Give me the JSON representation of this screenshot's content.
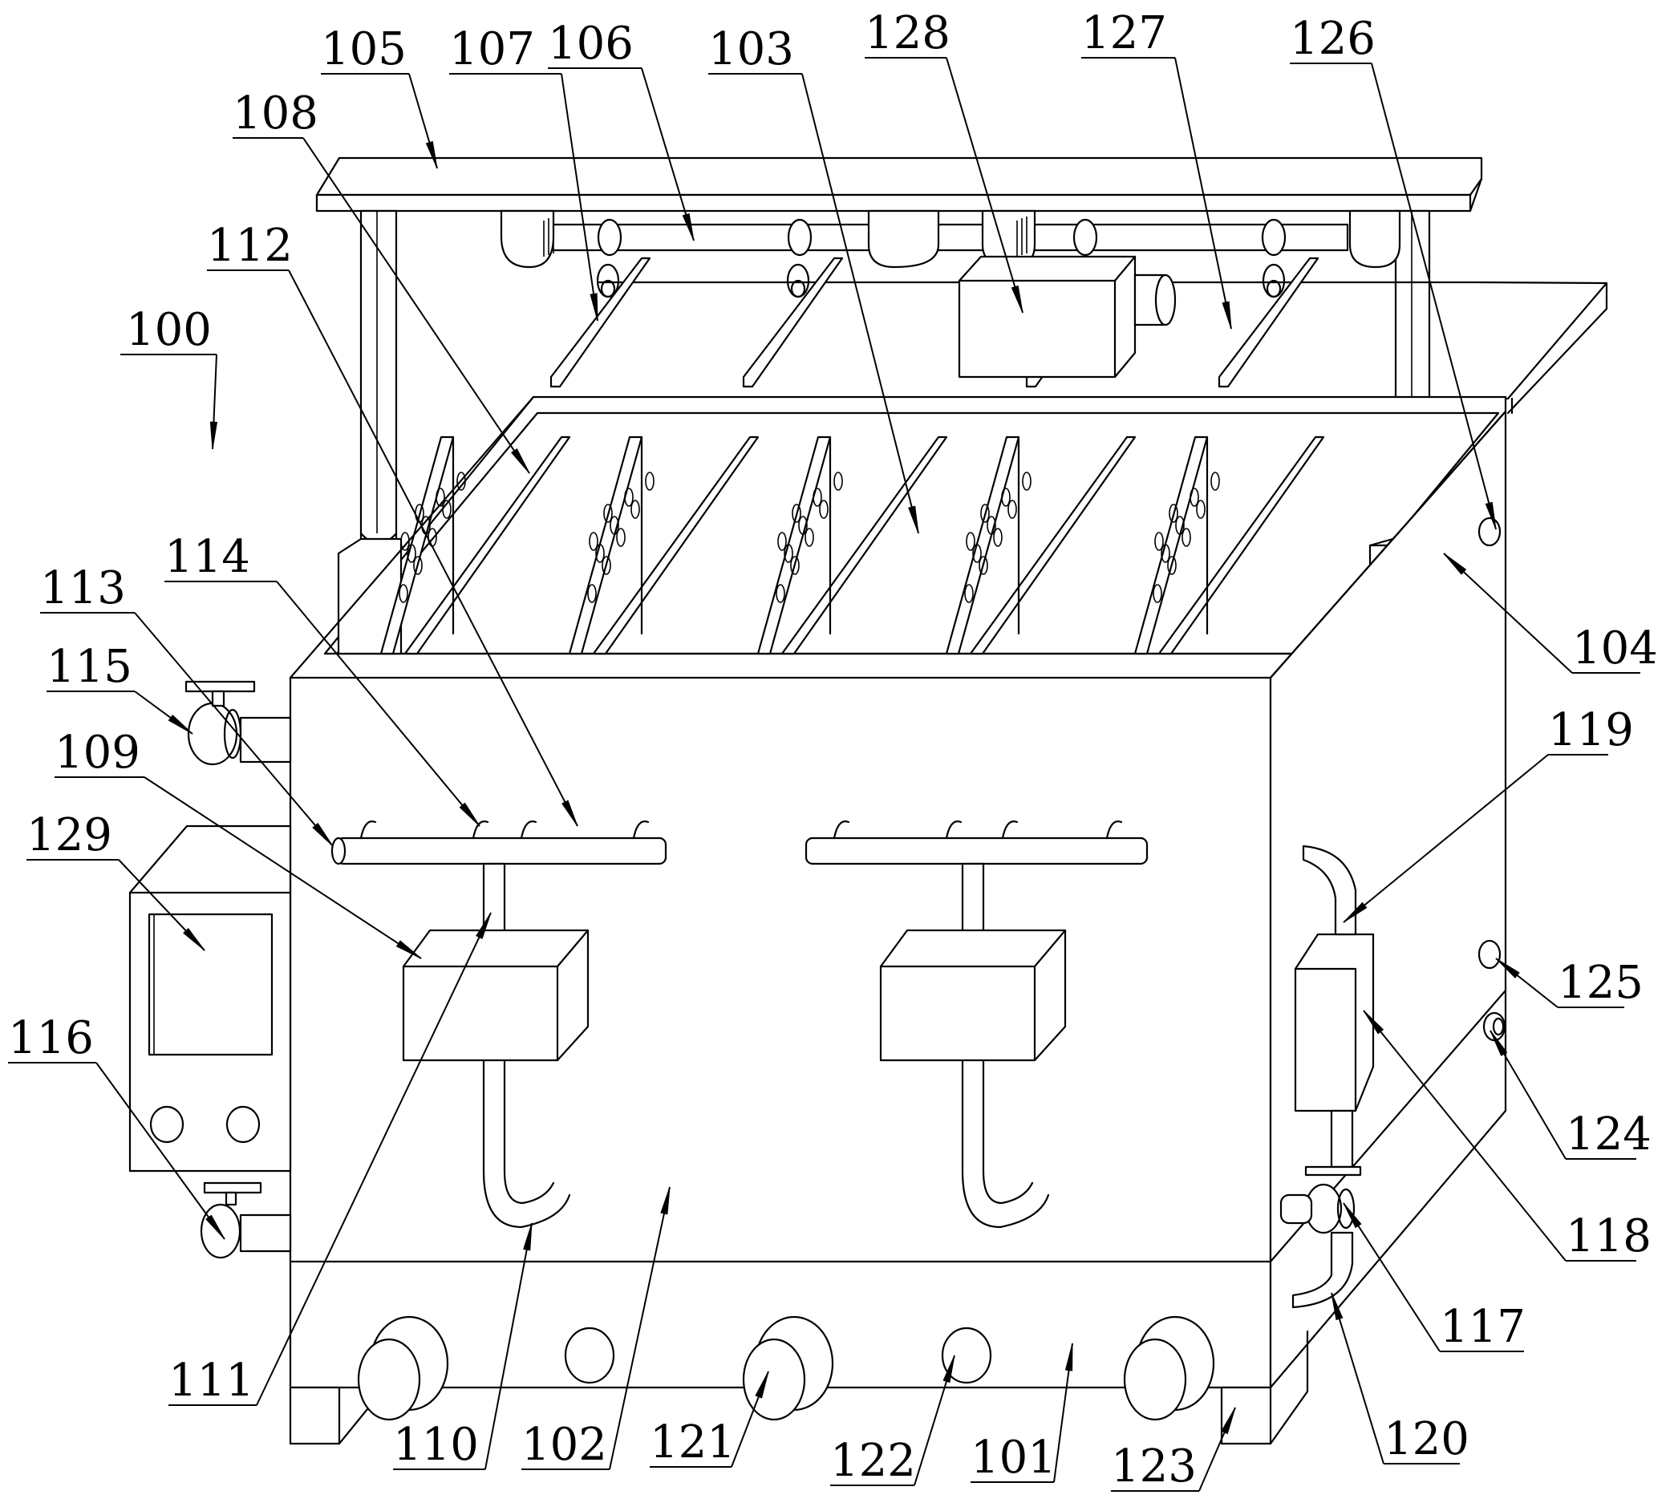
{
  "figure": {
    "type": "patent-line-drawing",
    "subject": "cleaning tank apparatus with hanging rack, perforated plates, spray pipes, valves and control panel",
    "assembly_label": "100"
  },
  "labels": [
    {
      "id": "100",
      "text": "100",
      "part": "apparatus (overall)"
    },
    {
      "id": "101",
      "text": "101",
      "part": "lower base section"
    },
    {
      "id": "102",
      "text": "102",
      "part": "tank body"
    },
    {
      "id": "103",
      "text": "103",
      "part": "perforated plate"
    },
    {
      "id": "104",
      "text": "104",
      "part": "side column housing"
    },
    {
      "id": "105",
      "text": "105",
      "part": "top beam"
    },
    {
      "id": "106",
      "text": "106",
      "part": "rotating shaft"
    },
    {
      "id": "107",
      "text": "107",
      "part": "hanging bar"
    },
    {
      "id": "108",
      "text": "108",
      "part": "suction-cup plate"
    },
    {
      "id": "109",
      "text": "109",
      "part": "pump box"
    },
    {
      "id": "110",
      "text": "110",
      "part": "return pipe"
    },
    {
      "id": "111",
      "text": "111",
      "part": "riser pipe"
    },
    {
      "id": "112",
      "text": "112",
      "part": "spray manifold"
    },
    {
      "id": "113",
      "text": "113",
      "part": "manifold end"
    },
    {
      "id": "114",
      "text": "114",
      "part": "nozzle"
    },
    {
      "id": "115",
      "text": "115",
      "part": "upper inlet valve"
    },
    {
      "id": "116",
      "text": "116",
      "part": "lower drain valve"
    },
    {
      "id": "117",
      "text": "117",
      "part": "side valve"
    },
    {
      "id": "118",
      "text": "118",
      "part": "side box"
    },
    {
      "id": "119",
      "text": "119",
      "part": "side elbow pipe (upper)"
    },
    {
      "id": "120",
      "text": "120",
      "part": "side elbow pipe (lower)"
    },
    {
      "id": "121",
      "text": "121",
      "part": "heater/port"
    },
    {
      "id": "122",
      "text": "122",
      "part": "small port"
    },
    {
      "id": "123",
      "text": "123",
      "part": "support foot"
    },
    {
      "id": "124",
      "text": "124",
      "part": "side fitting (lower)"
    },
    {
      "id": "125",
      "text": "125",
      "part": "side fitting (middle)"
    },
    {
      "id": "126",
      "text": "126",
      "part": "side fitting (upper)"
    },
    {
      "id": "127",
      "text": "127",
      "part": "rack platform"
    },
    {
      "id": "128",
      "text": "128",
      "part": "motor box"
    },
    {
      "id": "129",
      "text": "129",
      "part": "control panel screen"
    }
  ]
}
